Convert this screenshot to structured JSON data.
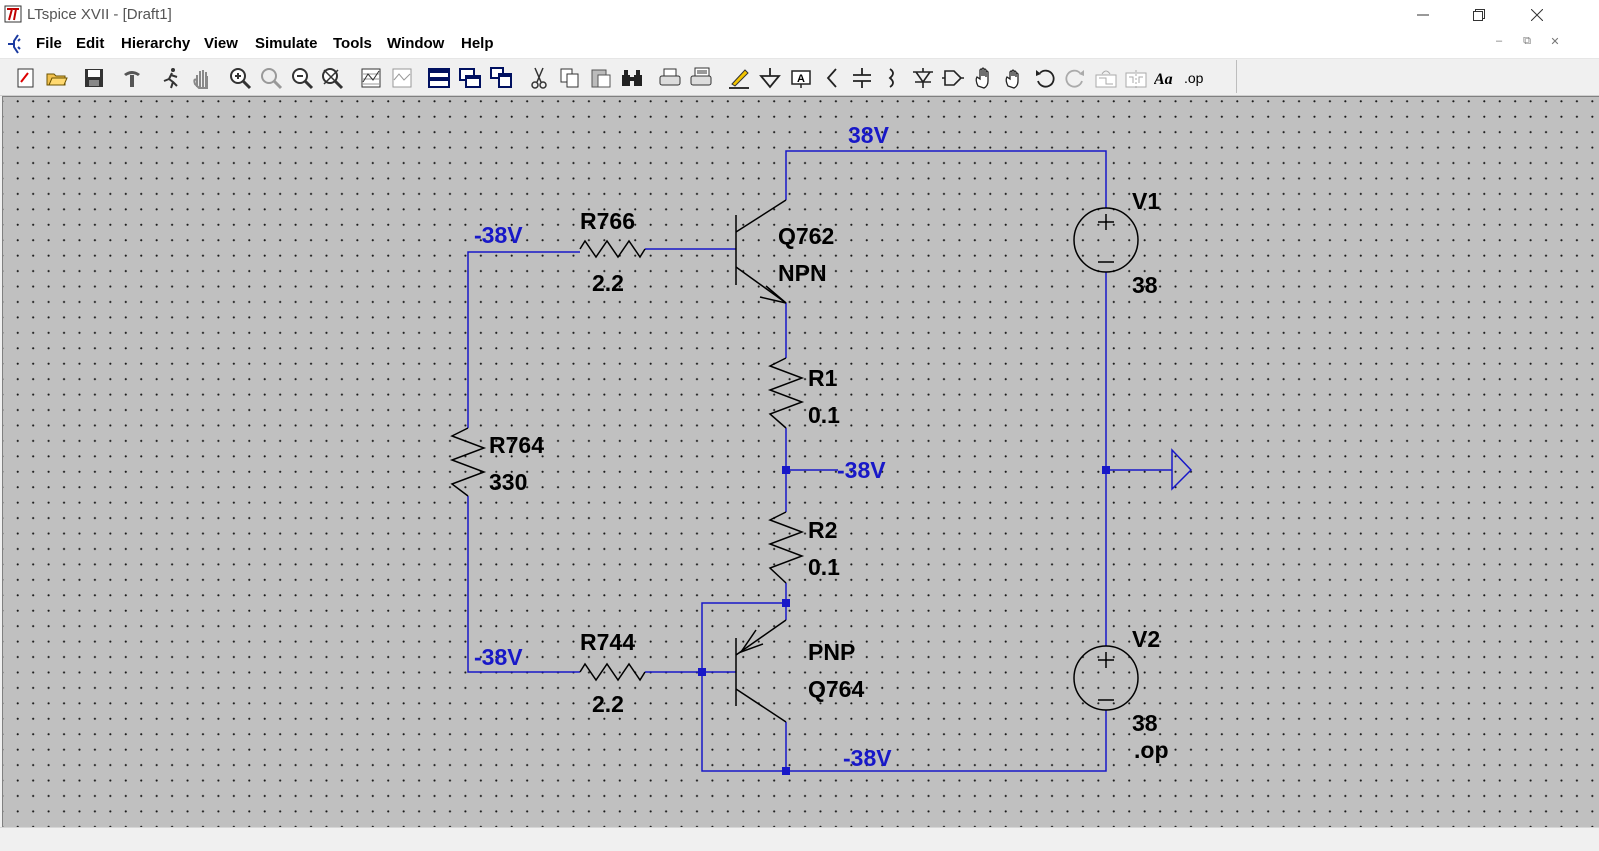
{
  "window": {
    "title": "LTspice XVII - [Draft1]"
  },
  "menu": {
    "items": [
      {
        "label": "File"
      },
      {
        "label": "Edit"
      },
      {
        "label": "Hierarchy"
      },
      {
        "label": "View"
      },
      {
        "label": "Simulate"
      },
      {
        "label": "Tools"
      },
      {
        "label": "Window"
      },
      {
        "label": "Help"
      }
    ]
  },
  "toolbar": {
    "icons": [
      "new-schematic-icon",
      "open-icon",
      "save-icon",
      "control-panel-icon",
      "run-icon",
      "halt-icon",
      "zoom-in-icon",
      "zoom-pan-icon",
      "zoom-out-icon",
      "zoom-fit-icon",
      "autorange-icon",
      "waveform-icon",
      "tile-horizontal-icon",
      "tile-vertical-icon",
      "cascade-icon",
      "cut-icon",
      "copy-icon",
      "paste-icon",
      "find-icon",
      "print-icon",
      "print-preview-icon",
      "draw-wire-icon",
      "ground-icon",
      "label-net-icon",
      "resistor-icon",
      "capacitor-icon",
      "inductor-icon",
      "diode-icon",
      "component-icon",
      "move-icon",
      "drag-icon",
      "undo-icon",
      "redo-icon",
      "rotate-icon",
      "mirror-icon",
      "text-icon",
      "spice-directive-icon"
    ],
    "text_label": "Aa",
    "spice_label": ".op"
  },
  "schematic": {
    "components": {
      "q762": {
        "name": "Q762",
        "model": "NPN"
      },
      "q764": {
        "name": "Q764",
        "model": "PNP"
      },
      "r766": {
        "name": "R766",
        "value": "2.2"
      },
      "r744": {
        "name": "R744",
        "value": "2.2"
      },
      "r764": {
        "name": "R764",
        "value": "330"
      },
      "r1": {
        "name": "R1",
        "value": "0.1"
      },
      "r2": {
        "name": "R2",
        "value": "0.1"
      },
      "v1": {
        "name": "V1",
        "value": "38"
      },
      "v2": {
        "name": "V2",
        "value": "38"
      }
    },
    "net_labels": {
      "top": "38V",
      "r766_left": "-38V",
      "mid": "-38V",
      "r744_left": "-38V",
      "bottom": "-38V"
    },
    "directive": ".op",
    "colors": {
      "wire": "#1818c8",
      "component": "#000000",
      "background": "#c0c0c0",
      "net_label": "#1818c8"
    }
  }
}
